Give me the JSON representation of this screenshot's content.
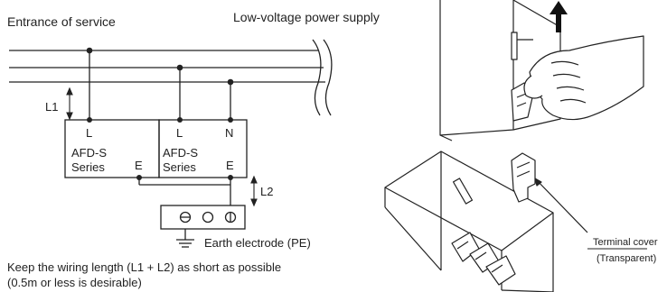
{
  "labels": {
    "entrance": "Entrance of service",
    "supply": "Low-voltage power supply",
    "l1": "L1",
    "l2": "L2",
    "unit1": {
      "term_top": "L",
      "name_line1": "AFD-S",
      "name_line2": "Series",
      "term_bottom": "E"
    },
    "unit2": {
      "term_top_left": "L",
      "term_top_right": "N",
      "name_line1": "AFD-S",
      "name_line2": "Series",
      "term_bottom": "E"
    },
    "earth": "Earth electrode (PE)",
    "note_line1": "Keep the wiring length (L1 + L2) as short as possible",
    "note_line2": "(0.5m or less is desirable)",
    "cover_line1": "Terminal cover",
    "cover_line2": "(Transparent)"
  },
  "colors": {
    "line": "#222222",
    "background": "#ffffff"
  },
  "icons": [
    "up-arrow-icon",
    "double-arrow-icon",
    "terminal-circle-icon",
    "ground-symbol-icon",
    "hand-illustration",
    "device-illustration"
  ]
}
